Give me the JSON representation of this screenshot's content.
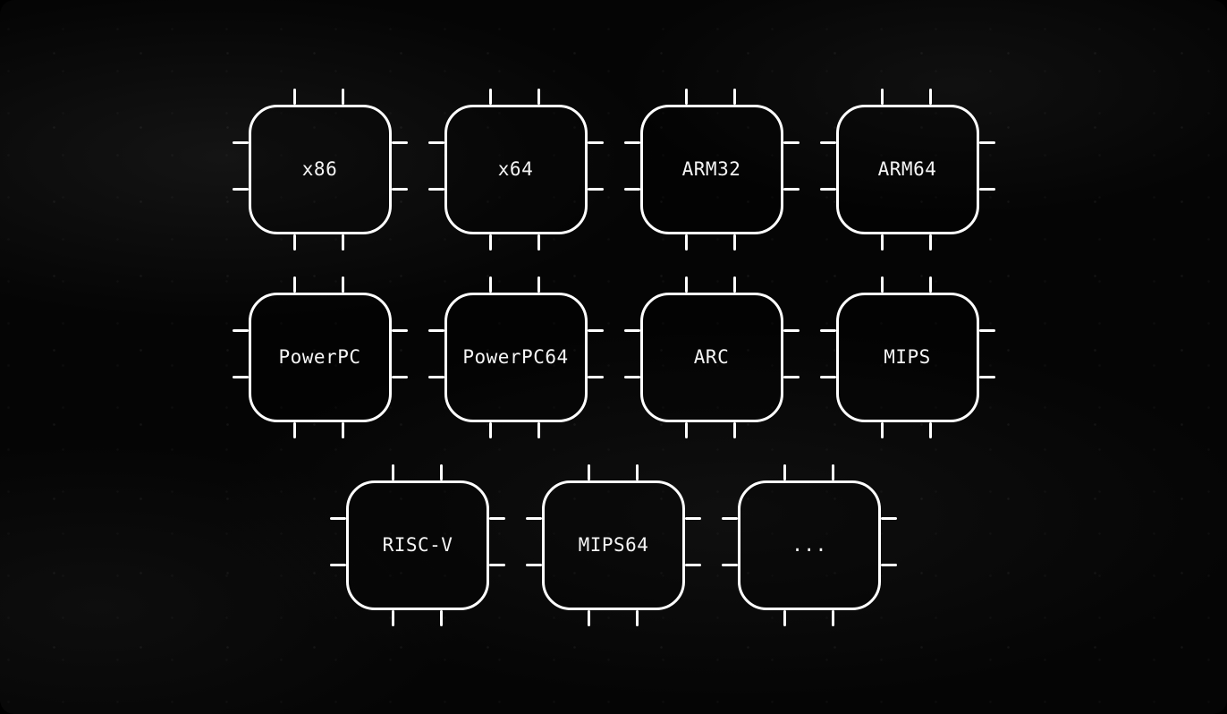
{
  "colors": {
    "background_base": "#050505",
    "chip_stroke": "#ffffff",
    "label": "#f5f5f5"
  },
  "diagram": {
    "description": "Grid of CPU chip icons showing supported processor architectures",
    "rows": [
      {
        "items": [
          {
            "label": "x86"
          },
          {
            "label": "x64"
          },
          {
            "label": "ARM32"
          },
          {
            "label": "ARM64"
          }
        ]
      },
      {
        "items": [
          {
            "label": "PowerPC"
          },
          {
            "label": "PowerPC64"
          },
          {
            "label": "ARC"
          },
          {
            "label": "MIPS"
          }
        ]
      },
      {
        "items": [
          {
            "label": "RISC-V"
          },
          {
            "label": "MIPS64"
          },
          {
            "label": "..."
          }
        ]
      }
    ]
  }
}
